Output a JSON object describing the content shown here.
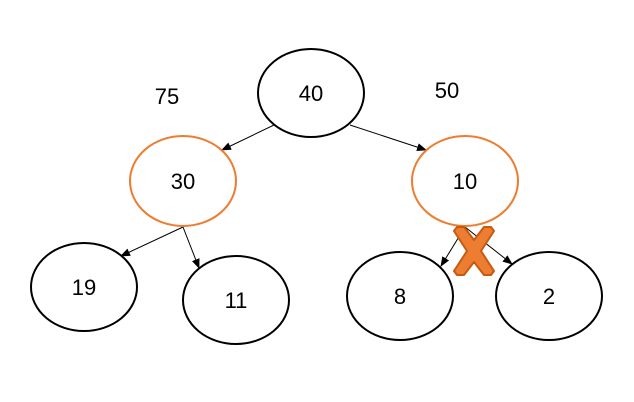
{
  "colors": {
    "default_node": "#000000",
    "highlight_node": "#ed7d31",
    "cross_fill": "#ed7d31",
    "cross_outline": "#c55a11",
    "edge": "#000000"
  },
  "nodes": {
    "root": {
      "label": "40",
      "style": "default"
    },
    "left": {
      "label": "30",
      "style": "highlight"
    },
    "right": {
      "label": "10",
      "style": "highlight"
    },
    "left_left": {
      "label": "19",
      "style": "default"
    },
    "left_right": {
      "label": "11",
      "style": "default"
    },
    "right_left": {
      "label": "8",
      "style": "default"
    },
    "right_right": {
      "label": "2",
      "style": "default"
    }
  },
  "weights": {
    "left_branch": "75",
    "right_branch": "50"
  },
  "edges": [
    {
      "from": "root",
      "to": "left"
    },
    {
      "from": "root",
      "to": "right"
    },
    {
      "from": "left",
      "to": "left_left"
    },
    {
      "from": "left",
      "to": "left_right"
    },
    {
      "from": "right",
      "to": "right_left"
    },
    {
      "from": "right",
      "to": "right_right"
    }
  ],
  "cut_marker": {
    "icon": "cross-icon",
    "on_edge": "right-to-right_left"
  }
}
